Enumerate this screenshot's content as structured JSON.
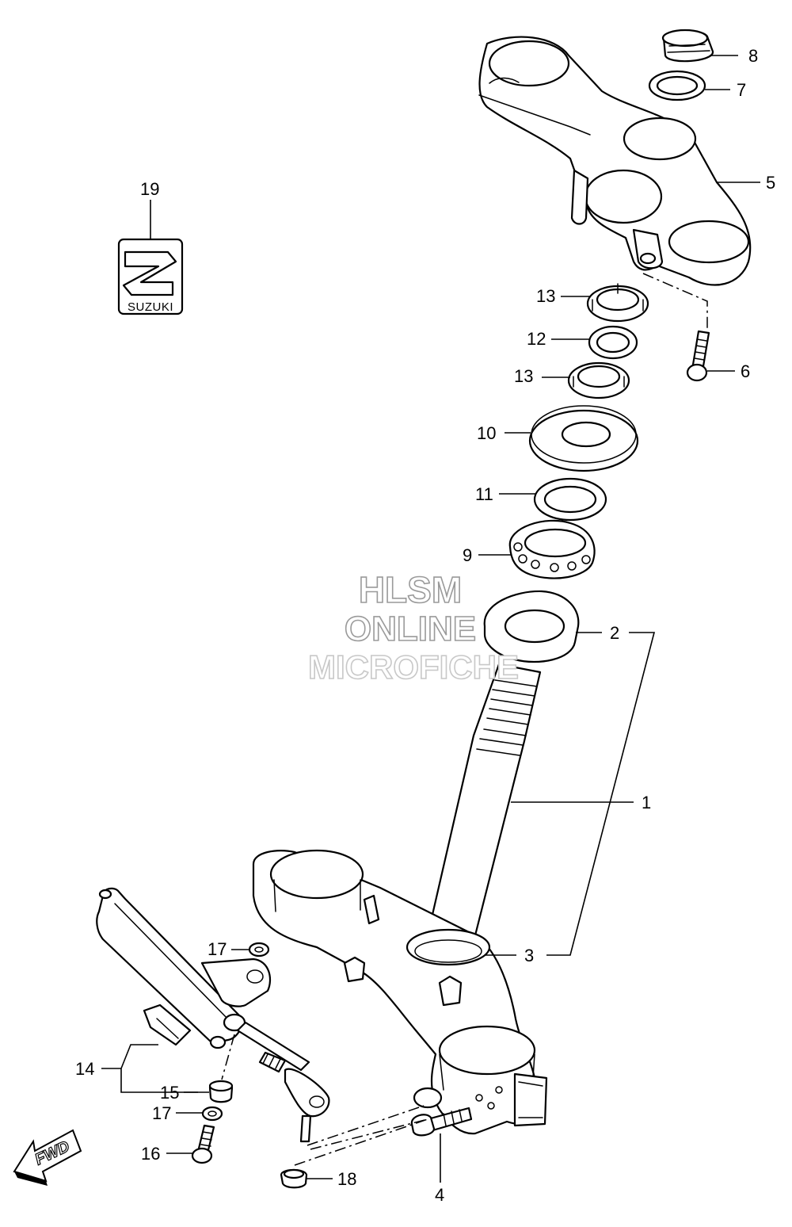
{
  "watermark": {
    "line1": "HLSM",
    "line2": "ONLINE",
    "line3": "MICROFICHE"
  },
  "emblem": {
    "text": "SUZUKI",
    "callout": "19"
  },
  "fwd_arrow": {
    "text": "FWD"
  },
  "callouts": [
    {
      "id": "8",
      "label": "8"
    },
    {
      "id": "7",
      "label": "7"
    },
    {
      "id": "5",
      "label": "5"
    },
    {
      "id": "13a",
      "label": "13"
    },
    {
      "id": "12",
      "label": "12"
    },
    {
      "id": "13b",
      "label": "13"
    },
    {
      "id": "6",
      "label": "6"
    },
    {
      "id": "10",
      "label": "10"
    },
    {
      "id": "11",
      "label": "11"
    },
    {
      "id": "9",
      "label": "9"
    },
    {
      "id": "2",
      "label": "2"
    },
    {
      "id": "1",
      "label": "1"
    },
    {
      "id": "3",
      "label": "3"
    },
    {
      "id": "17a",
      "label": "17"
    },
    {
      "id": "14",
      "label": "14"
    },
    {
      "id": "15",
      "label": "15"
    },
    {
      "id": "17b",
      "label": "17"
    },
    {
      "id": "16",
      "label": "16"
    },
    {
      "id": "18",
      "label": "18"
    },
    {
      "id": "4",
      "label": "4"
    }
  ]
}
